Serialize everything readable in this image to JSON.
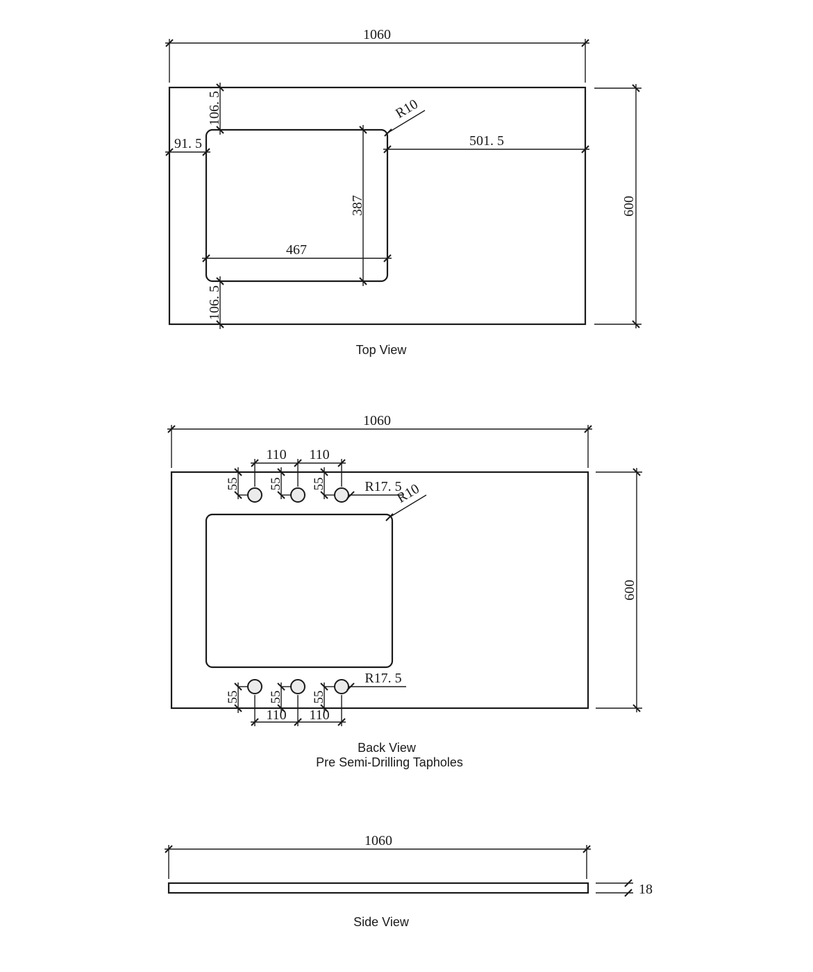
{
  "styles": {
    "line_color": "#1a1a1a",
    "hole_fill": "#ebebeb",
    "background": "#ffffff"
  },
  "views": {
    "top": {
      "label": "Top View",
      "dims": {
        "overall_width": "1060",
        "overall_depth": "600",
        "offset_left": "91. 5",
        "offset_top": "106. 5",
        "offset_bottom": "106. 5",
        "cutout_width": "467",
        "cutout_depth": "387",
        "right_clearance": "501. 5",
        "corner_radius": "R10"
      }
    },
    "back": {
      "label": "Back View",
      "sublabel": "Pre Semi-Drilling Tapholes",
      "dims": {
        "overall_width": "1060",
        "overall_depth": "600",
        "hole_spacing": "110",
        "hole_edge_offset": "55",
        "taphole_radius": "R17. 5",
        "corner_radius": "R10"
      }
    },
    "side": {
      "label": "Side View",
      "dims": {
        "overall_width": "1060",
        "thickness": "18"
      }
    }
  }
}
